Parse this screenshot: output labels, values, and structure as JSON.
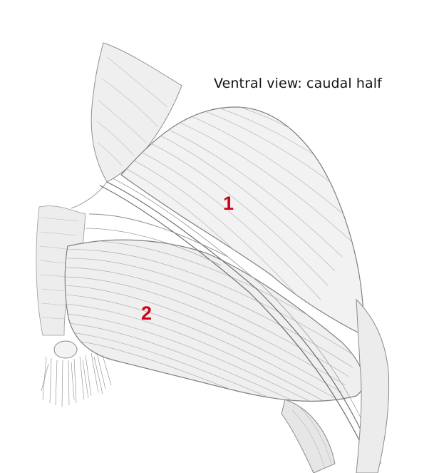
{
  "caption": "Ventral view: caudal half",
  "labels": [
    {
      "id": "1",
      "text": "1"
    },
    {
      "id": "2",
      "text": "2"
    }
  ],
  "colors": {
    "label": "#d0021b",
    "muscle_fill": "#efefef",
    "muscle_shadow": "#c9c9c9",
    "line": "#8a8a8a",
    "caption": "#111111"
  }
}
